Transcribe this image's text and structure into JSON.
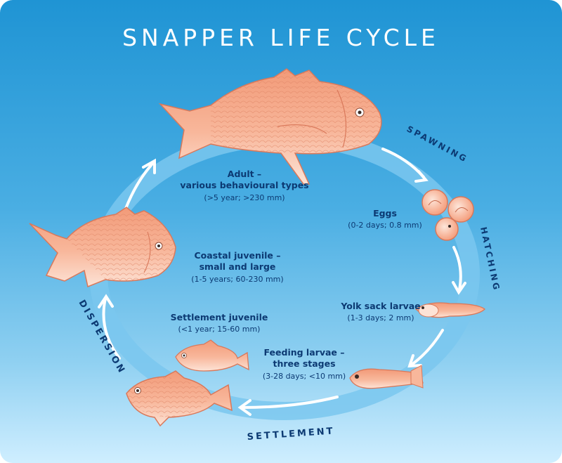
{
  "title": "SNAPPER LIFE CYCLE",
  "stages": {
    "spawning": "SPAWNING",
    "hatching": "HATCHING",
    "settlement": "SETTLEMENT",
    "dispersion": "DISPERSION"
  },
  "labels": {
    "adult": {
      "line1": "Adult –",
      "line2": "various behavioural types",
      "detail": "(>5 year; >230 mm)"
    },
    "eggs": {
      "line1": "Eggs",
      "detail": "(0-2 days; 0.8 mm)"
    },
    "coastal": {
      "line1": "Coastal juvenile –",
      "line2": "small and large",
      "detail": "(1-5 years; 60-230 mm)"
    },
    "yolk": {
      "line1": "Yolk sack larvae",
      "detail": "(1-3 days; 2 mm)"
    },
    "settlement_juvenile": {
      "line1": "Settlement juvenile",
      "detail": "(<1 year; 15-60 mm)"
    },
    "feeding": {
      "line1": "Feeding larvae –",
      "line2": "three stages",
      "detail": "(3-28 days; <10 mm)"
    }
  },
  "colors": {
    "fish_body": "#f6a98a",
    "fish_light": "#fde0d2",
    "fish_outline": "#d9785a",
    "cycle_ring": "#7ac7ee",
    "arrow": "#ffffff",
    "text": "#0c3a73"
  }
}
